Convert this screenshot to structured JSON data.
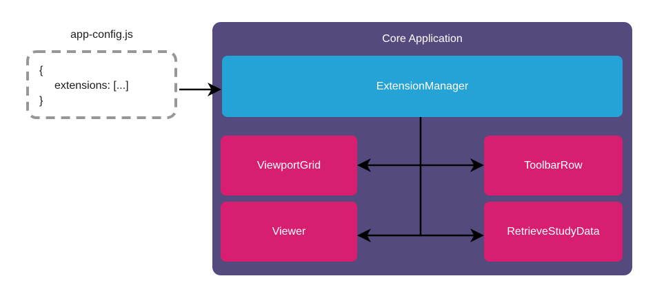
{
  "colors": {
    "canvas_bg": "#ffffff",
    "container_bg": "#554A7E",
    "manager_bg": "#25A3D6",
    "component_bg": "#D81E70",
    "arrow": "#000000",
    "dashed_border": "#979797",
    "code_text": "#1a1a1a",
    "box_text": "#ffffff"
  },
  "config_file": {
    "title": "app-config.js",
    "code_lines": {
      "open": "{",
      "body": "extensions: [...]",
      "close": "}"
    }
  },
  "core_application": {
    "title": "Core Application",
    "manager": {
      "label": "ExtensionManager"
    },
    "components": [
      {
        "id": "viewport-grid",
        "label": "ViewportGrid"
      },
      {
        "id": "toolbar-row",
        "label": "ToolbarRow"
      },
      {
        "id": "viewer",
        "label": "Viewer"
      },
      {
        "id": "retrieve-study-data",
        "label": "RetrieveStudyData"
      }
    ]
  }
}
